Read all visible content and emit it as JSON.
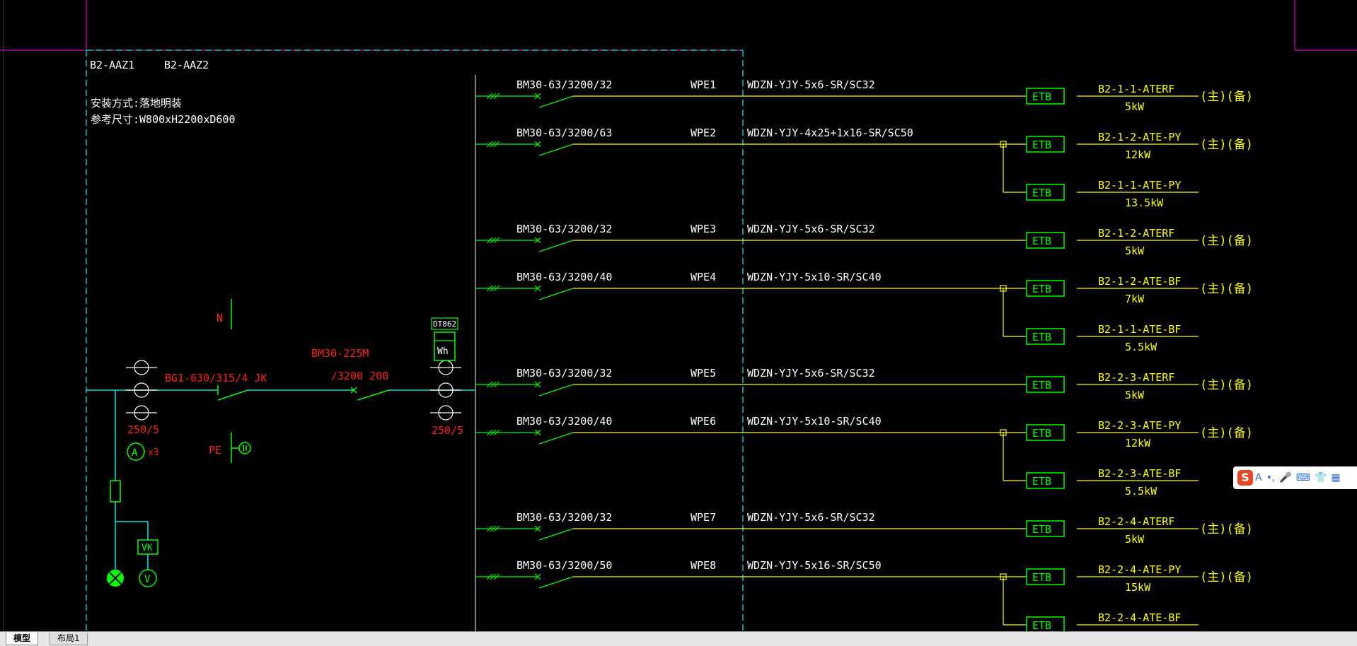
{
  "panel": {
    "ids": [
      "B2-AAZ1",
      "B2-AAZ2"
    ],
    "install_note": "安装方式:落地明装",
    "size_note": "参考尺寸:W800xH2200xD600"
  },
  "incoming": {
    "neutral_label": "N",
    "pe_label": "PE",
    "main_breaker": "BG1-630/315/4  JK",
    "second_breaker_line1": "BM30-225M",
    "second_breaker_line2": "/3200 200",
    "ct_ratio_left": "250/5",
    "ct_ratio_right": "250/5",
    "ammeter_symbol": "A",
    "ammeter_count": "x3",
    "meter_model": "DT862",
    "meter_symbol": "Wh",
    "vk_label": "VK",
    "voltmeter_symbol": "V"
  },
  "circuits": [
    {
      "breaker": "BM30-63/3200/32",
      "id": "WPE1",
      "cable": "WDZN-YJY-5x6-SR/SC32",
      "loads": [
        {
          "etb": "ETB",
          "name": "B2-1-1-ATERF",
          "power": "5kW",
          "tags": "(主)(备)"
        }
      ]
    },
    {
      "breaker": "BM30-63/3200/63",
      "id": "WPE2",
      "cable": "WDZN-YJY-4x25+1x16-SR/SC50",
      "loads": [
        {
          "etb": "ETB",
          "name": "B2-1-2-ATE-PY",
          "power": "12kW",
          "tags": "(主)(备)"
        },
        {
          "etb": "ETB",
          "name": "B2-1-1-ATE-PY",
          "power": "13.5kW",
          "tags": ""
        }
      ]
    },
    {
      "breaker": "BM30-63/3200/32",
      "id": "WPE3",
      "cable": "WDZN-YJY-5x6-SR/SC32",
      "loads": [
        {
          "etb": "ETB",
          "name": "B2-1-2-ATERF",
          "power": "5kW",
          "tags": "(主)(备)"
        }
      ]
    },
    {
      "breaker": "BM30-63/3200/40",
      "id": "WPE4",
      "cable": "WDZN-YJY-5x10-SR/SC40",
      "loads": [
        {
          "etb": "ETB",
          "name": "B2-1-2-ATE-BF",
          "power": "7kW",
          "tags": "(主)(备)"
        },
        {
          "etb": "ETB",
          "name": "B2-1-1-ATE-BF",
          "power": "5.5kW",
          "tags": ""
        }
      ]
    },
    {
      "breaker": "BM30-63/3200/32",
      "id": "WPE5",
      "cable": "WDZN-YJY-5x6-SR/SC32",
      "loads": [
        {
          "etb": "ETB",
          "name": "B2-2-3-ATERF",
          "power": "5kW",
          "tags": "(主)(备)"
        }
      ]
    },
    {
      "breaker": "BM30-63/3200/40",
      "id": "WPE6",
      "cable": "WDZN-YJY-5x10-SR/SC40",
      "loads": [
        {
          "etb": "ETB",
          "name": "B2-2-3-ATE-PY",
          "power": "12kW",
          "tags": "(主)(备)"
        },
        {
          "etb": "ETB",
          "name": "B2-2-3-ATE-BF",
          "power": "5.5kW",
          "tags": ""
        }
      ]
    },
    {
      "breaker": "BM30-63/3200/32",
      "id": "WPE7",
      "cable": "WDZN-YJY-5x6-SR/SC32",
      "loads": [
        {
          "etb": "ETB",
          "name": "B2-2-4-ATERF",
          "power": "5kW",
          "tags": "(主)(备)"
        }
      ]
    },
    {
      "breaker": "BM30-63/3200/50",
      "id": "WPE8",
      "cable": "WDZN-YJY-5x16-SR/SC50",
      "loads": [
        {
          "etb": "ETB",
          "name": "B2-2-4-ATE-PY",
          "power": "15kW",
          "tags": "(主)(备)"
        },
        {
          "etb": "ETB",
          "name": "B2-2-4-ATE-BF",
          "power": "",
          "tags": ""
        }
      ]
    }
  ],
  "tabs": {
    "model": "模型",
    "layout1": "布局1"
  },
  "ime": {
    "logo": "S",
    "mode": "A",
    "punct": "•,",
    "mic": "🎤",
    "keyboard": "⌨",
    "skin": "👕",
    "menu": "▦"
  },
  "colors": {
    "background": "#000000",
    "bus": "#00ffff",
    "cyan_dashed": "#00c8c8",
    "feeder_line": "#ffff00",
    "green": "#00ff00",
    "red": "#ff0000",
    "white_text": "#ffffff",
    "magenta": "#ff00ff"
  }
}
